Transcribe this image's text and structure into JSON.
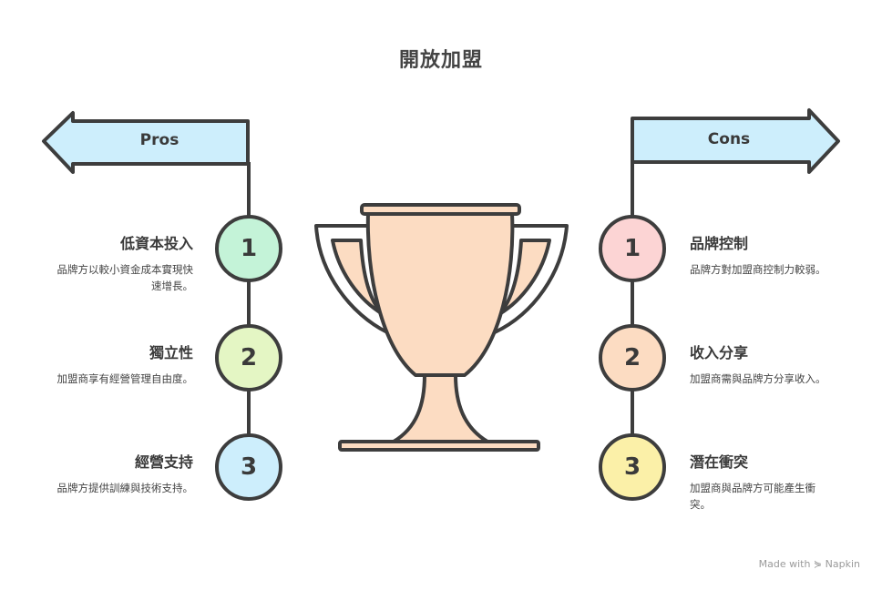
{
  "title": "開放加盟",
  "pros": {
    "label": "Pros",
    "items": [
      {
        "num": "1",
        "title": "低資本投入",
        "desc": "品牌方以較小資金成本實現快速增長。"
      },
      {
        "num": "2",
        "title": "獨立性",
        "desc": "加盟商享有經營管理自由度。"
      },
      {
        "num": "3",
        "title": "經營支持",
        "desc": "品牌方提供訓練與技術支持。"
      }
    ]
  },
  "cons": {
    "label": "Cons",
    "items": [
      {
        "num": "1",
        "title": "品牌控制",
        "desc": "品牌方對加盟商控制力較弱。"
      },
      {
        "num": "2",
        "title": "收入分享",
        "desc": "加盟商需與品牌方分享收入。"
      },
      {
        "num": "3",
        "title": "潛在衝突",
        "desc": "加盟商與品牌方可能產生衝突。"
      }
    ]
  },
  "colors": {
    "arrow_fill": "#cdeefc",
    "trophy_fill": "#fcdcc2",
    "pros_circles": [
      "#c4f3d8",
      "#e4f6c4",
      "#cdeefc"
    ],
    "cons_circles": [
      "#fcd4d4",
      "#fcdcc2",
      "#fbf0a8"
    ],
    "stroke": "#3d3d3d"
  },
  "icons": {
    "trophy": "trophy-icon",
    "pros_arrow": "arrow-left-icon",
    "cons_arrow": "arrow-right-icon"
  },
  "footer": {
    "text": "Made with ⋟ Napkin"
  }
}
